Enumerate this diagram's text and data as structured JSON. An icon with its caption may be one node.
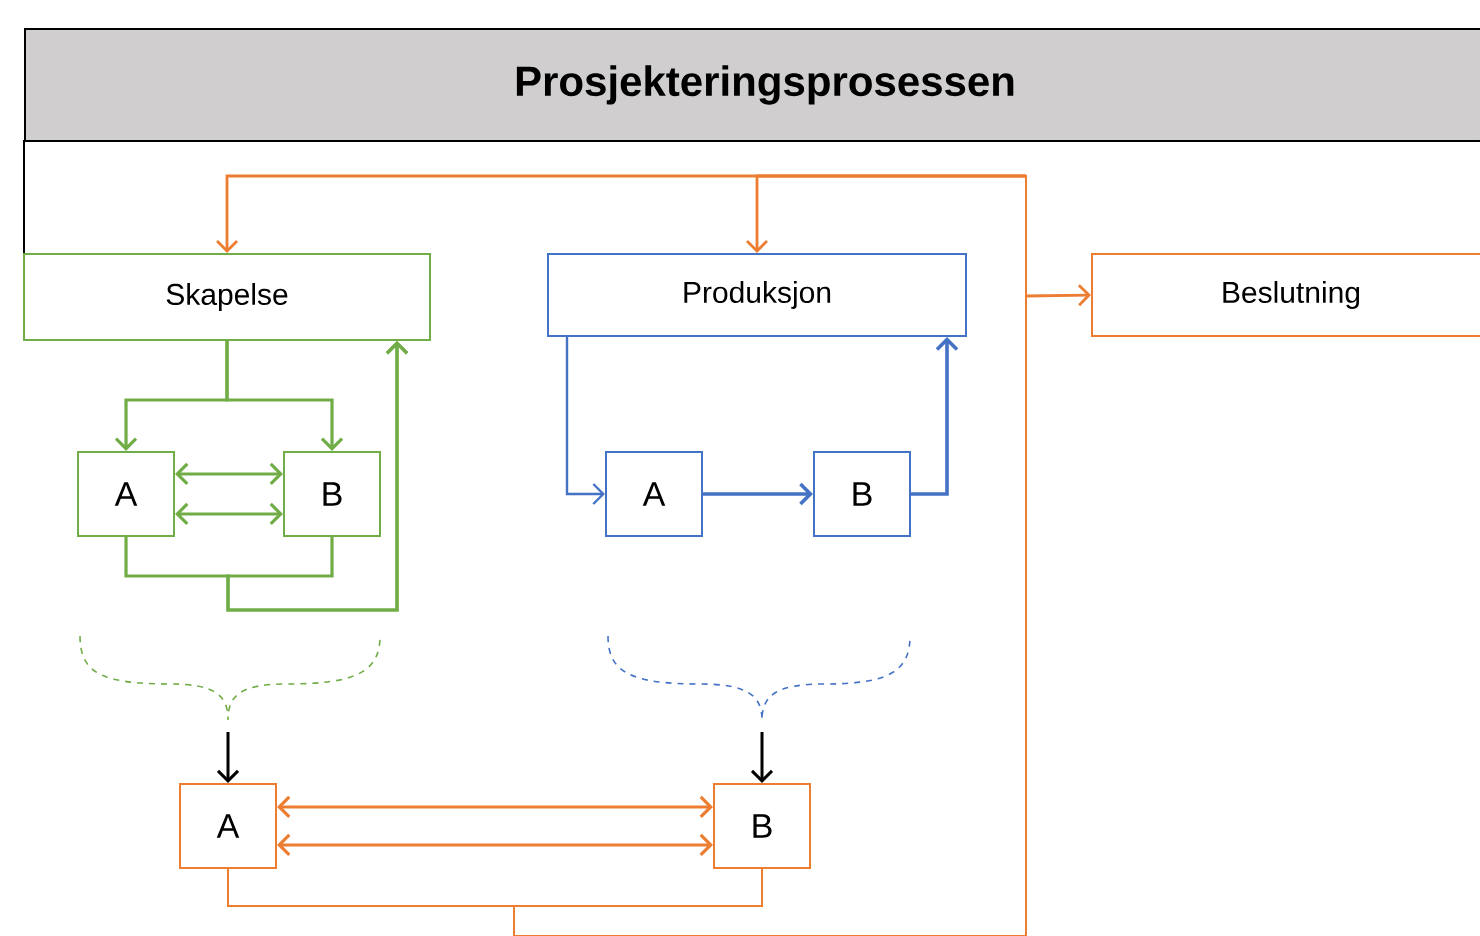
{
  "diagram": {
    "title": "Prosjekteringsprosessen",
    "nodes": [
      {
        "text": [
          "Skapelse"
        ]
      },
      {
        "text": [
          "Produksjon"
        ]
      },
      {
        "text": [
          "Beslutning"
        ]
      },
      {
        "text": [
          "A"
        ]
      },
      {
        "text": [
          "B"
        ]
      },
      {
        "text": [
          "A"
        ]
      },
      {
        "text": [
          "B"
        ]
      },
      {
        "text": [
          "A"
        ]
      },
      {
        "text": [
          "B"
        ]
      }
    ],
    "edges": [
      {
        "from": 0,
        "to": 3,
        "arrow": "to",
        "color": "#70ad47"
      },
      {
        "from": 0,
        "to": 4,
        "arrow": "to",
        "color": "#70ad47"
      },
      {
        "from": 3,
        "to": 4,
        "arrow": "both",
        "color": "#70ad47"
      },
      {
        "from": 3,
        "to": 4,
        "arrow": "both",
        "color": "#70ad47"
      },
      {
        "from": 3,
        "to": 0,
        "arrow": "to",
        "color": "#70ad47"
      },
      {
        "from": 4,
        "to": 0,
        "arrow": "to",
        "color": "#70ad47"
      },
      {
        "from": 1,
        "to": 5,
        "arrow": "to",
        "color": "#4472c4"
      },
      {
        "from": 5,
        "to": 6,
        "arrow": "to",
        "color": "#4472c4"
      },
      {
        "from": 6,
        "to": 1,
        "arrow": "to",
        "color": "#4472c4"
      },
      {
        "from": null,
        "to": 0,
        "arrow": "to",
        "color": "#ed7d31"
      },
      {
        "from": null,
        "to": 1,
        "arrow": "to",
        "color": "#ed7d31"
      },
      {
        "from": null,
        "to": 2,
        "arrow": "to",
        "color": "#ed7d31"
      },
      {
        "from": null,
        "to": 7,
        "arrow": "to",
        "color": "#000000"
      },
      {
        "from": null,
        "to": 8,
        "arrow": "to",
        "color": "#000000"
      },
      {
        "from": 7,
        "to": 8,
        "arrow": "both",
        "color": "#ed7d31"
      },
      {
        "from": 7,
        "to": 8,
        "arrow": "both",
        "color": "#ed7d31"
      },
      {
        "from": 7,
        "to": null,
        "arrow": "none",
        "color": "#ed7d31"
      },
      {
        "from": 8,
        "to": null,
        "arrow": "none",
        "color": "#ed7d31"
      }
    ]
  }
}
